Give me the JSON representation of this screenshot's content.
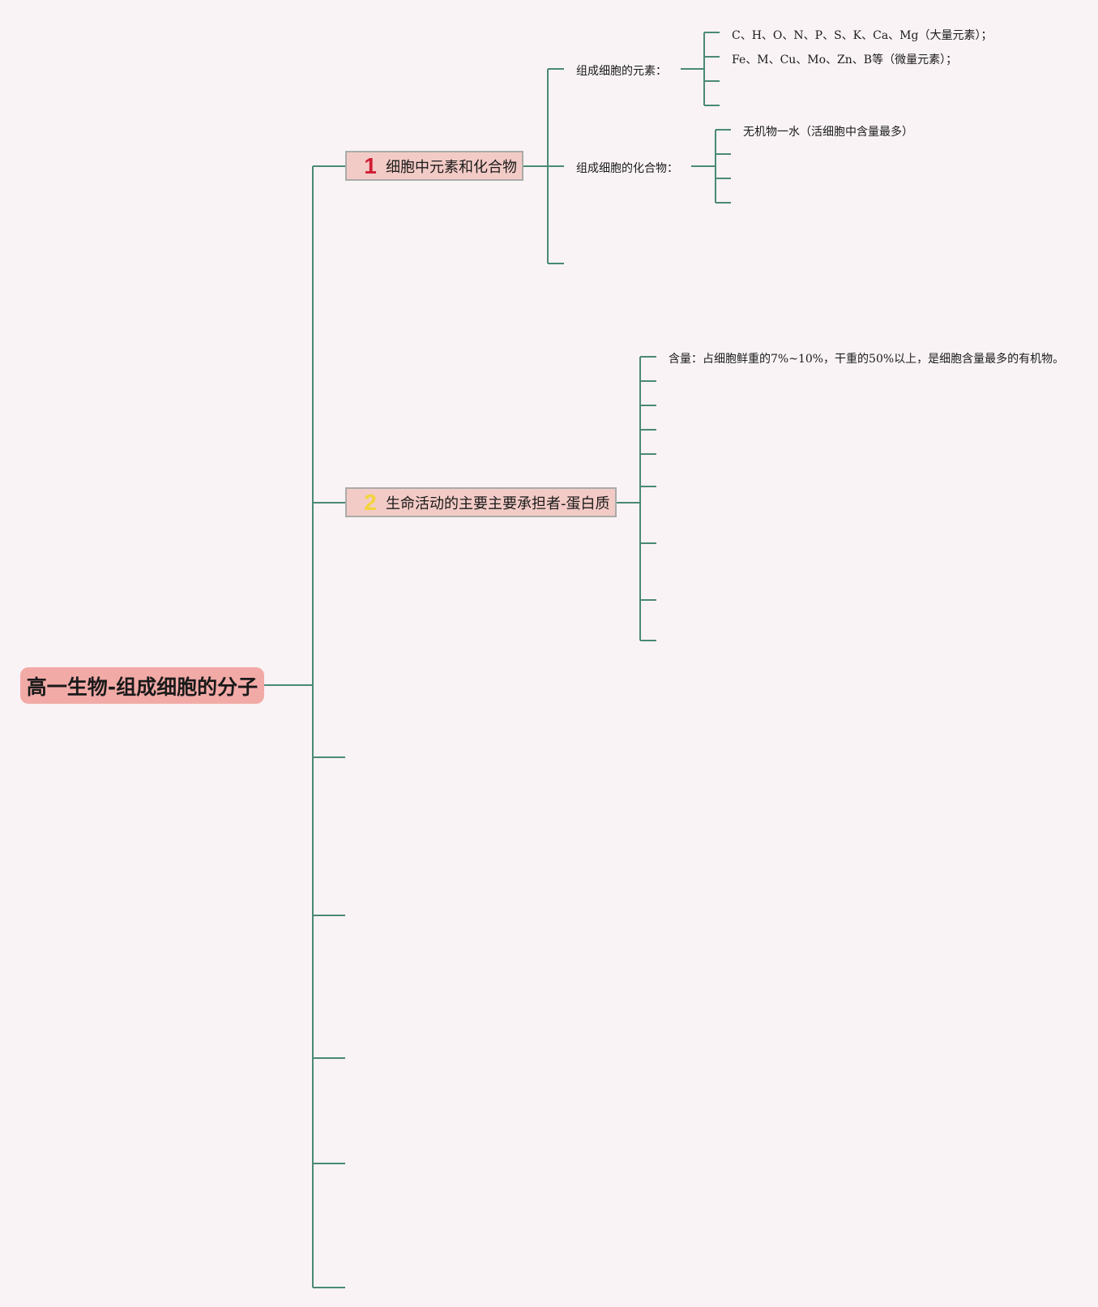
{
  "mindmap": {
    "root": "高一生物-组成细胞的分子",
    "topics": [
      {
        "number": "1",
        "label": "细胞中元素和化合物"
      },
      {
        "number": "2",
        "label": "生命活动的主要主要承担者-蛋白质"
      }
    ],
    "subtopics": {
      "elements": "组成细胞的元素：",
      "compounds": "组成细胞的化合物："
    },
    "leaves": {
      "major_elements": "C、H、O、N、P、S、K、Ca、Mg（大量元素）；",
      "trace_elements": "Fe、M、Cu、Mo、Zn、B等（微量元素）；",
      "water": "无机物一水（活细胞中含量最多）",
      "protein_content": "含量：占细胞鲜重的7%~10%，干重的50%以上，是细胞含量最多的有机物。"
    }
  },
  "colors": {
    "line": "#4a8a72",
    "background": "#f9f3f5",
    "root_fill": "#f2aaa7",
    "topic_fill": "#f3cbc6",
    "topic_border": "#a9aca8",
    "number_1": "#d01e35",
    "number_2": "#f1d43a"
  }
}
